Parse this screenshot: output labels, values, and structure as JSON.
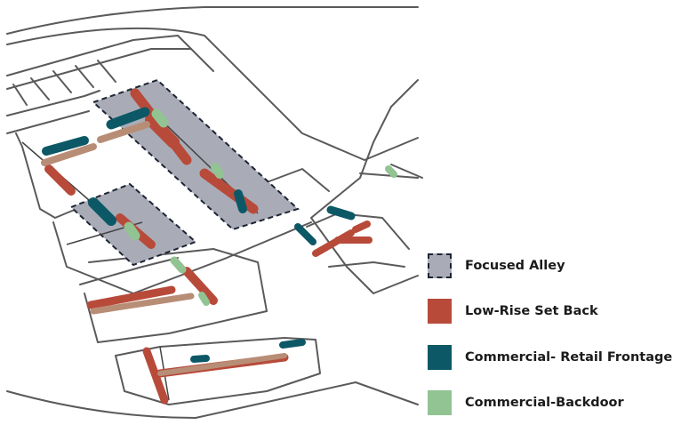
{
  "legend": [
    {
      "label": "Focused Alley",
      "color": "#a9acb7",
      "style": "dashed"
    },
    {
      "label": "Low-Rise Set Back",
      "color": "#b84a3a"
    },
    {
      "label": "Commercial- Retail Frontage",
      "color": "#0c5866"
    },
    {
      "label": "Commercial-Backdoor",
      "color": "#92c392"
    }
  ],
  "colors": {
    "path": "#b88d76",
    "street": "#5a5a5a"
  }
}
